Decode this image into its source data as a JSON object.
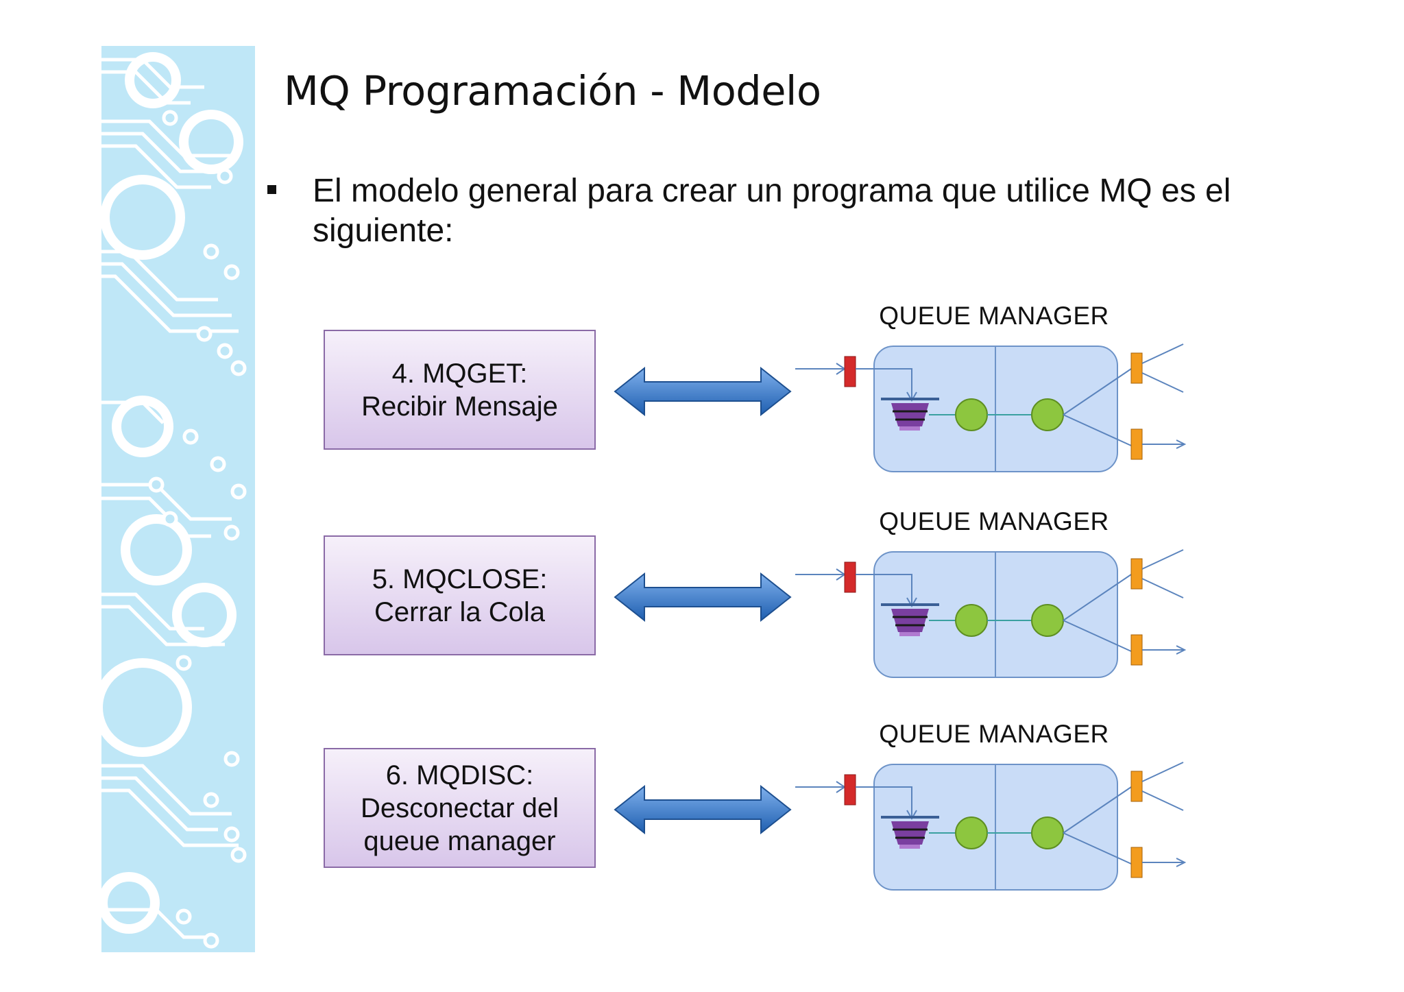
{
  "slide": {
    "title": "MQ Programación - Modelo",
    "bullet": "El modelo general para crear un programa que utilice MQ es el siguiente:"
  },
  "steps": [
    {
      "label": "4. MQGET:\nRecibir Mensaje",
      "manager_label": "QUEUE MANAGER"
    },
    {
      "label": "5. MQCLOSE:\nCerrar la Cola",
      "manager_label": "QUEUE MANAGER"
    },
    {
      "label": "6. MQDISC:\nDesconectar del\nqueue manager",
      "manager_label": "QUEUE MANAGER"
    }
  ],
  "colors": {
    "side_strip": "#bfe7f7",
    "step_box": "#dccbee",
    "arrow": "#3a78c8",
    "queue_manager": "#c9dcf7",
    "green_node": "#8dc63f",
    "red_message": "#d42a2a",
    "orange_message": "#f39c1e",
    "queue_funnel": "#7a3fa0"
  },
  "icons": [
    "bidirectional-arrow-icon",
    "message-icon",
    "queue-funnel-icon",
    "node-icon",
    "circuit-decoration"
  ]
}
